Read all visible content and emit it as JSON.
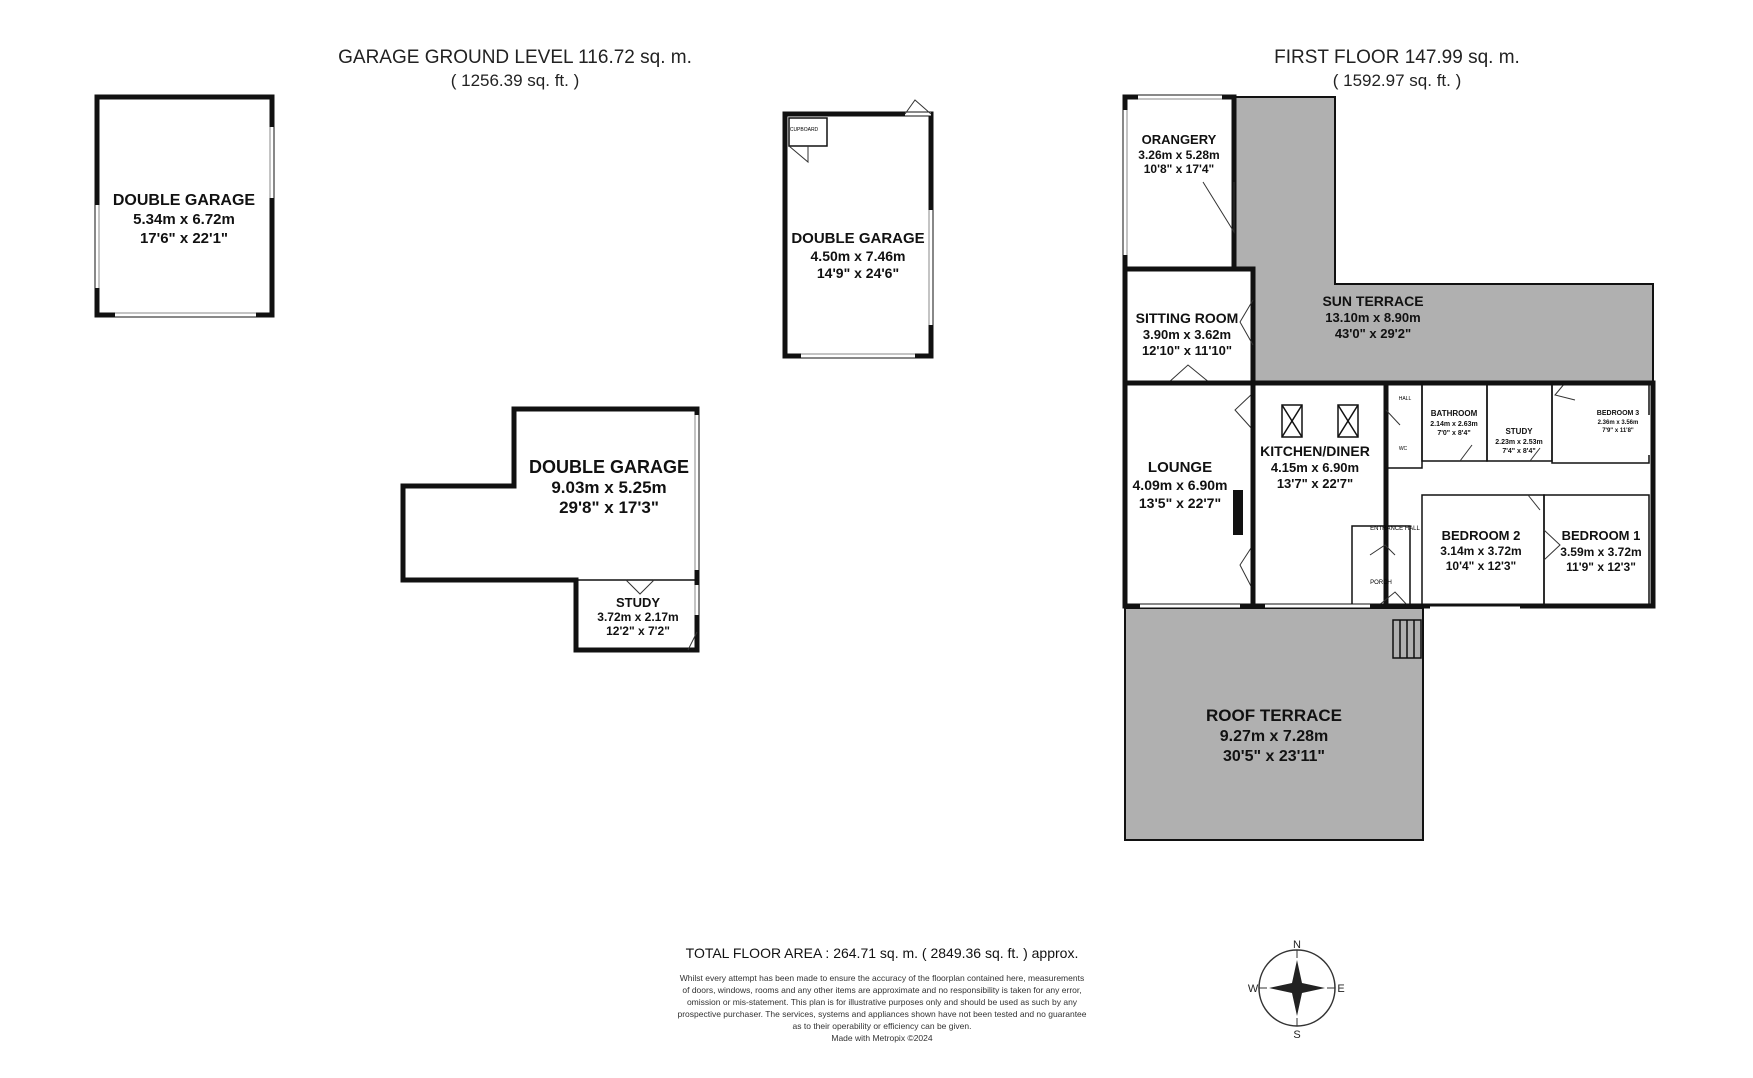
{
  "garage_level": {
    "title": "GARAGE GROUND LEVEL 116.72 sq. m.",
    "subtitle": "( 1256.39 sq. ft. )",
    "rooms": [
      {
        "name": "DOUBLE GARAGE",
        "metric": "5.34m x 6.72m",
        "imperial": "17'6\" x 22'1\""
      },
      {
        "name": "DOUBLE GARAGE",
        "metric": "4.50m x 7.46m",
        "imperial": "14'9\" x 24'6\""
      },
      {
        "name": "DOUBLE GARAGE",
        "metric": "9.03m x 5.25m",
        "imperial": "29'8\" x 17'3\""
      },
      {
        "name": "STUDY",
        "metric": "3.72m x 2.17m",
        "imperial": "12'2\" x 7'2\""
      }
    ],
    "cupboard": "CUPBOARD"
  },
  "first_floor": {
    "title": "FIRST FLOOR 147.99 sq. m.",
    "subtitle": "( 1592.97 sq. ft. )",
    "rooms": [
      {
        "name": "ORANGERY",
        "metric": "3.26m x 5.28m",
        "imperial": "10'8\" x 17'4\""
      },
      {
        "name": "SITTING ROOM",
        "metric": "3.90m x 3.62m",
        "imperial": "12'10\" x 11'10\""
      },
      {
        "name": "SUN TERRACE",
        "metric": "13.10m x 8.90m",
        "imperial": "43'0\" x 29'2\""
      },
      {
        "name": "LOUNGE",
        "metric": "4.09m x 6.90m",
        "imperial": "13'5\" x 22'7\""
      },
      {
        "name": "KITCHEN/DINER",
        "metric": "4.15m x 6.90m",
        "imperial": "13'7\" x 22'7\""
      },
      {
        "name": "BATHROOM",
        "metric": "2.14m x 2.63m",
        "imperial": "7'0\" x 8'4\""
      },
      {
        "name": "STUDY",
        "metric": "2.23m x 2.53m",
        "imperial": "7'4\" x 8'4\""
      },
      {
        "name": "BEDROOM 3",
        "metric": "2.36m x 3.56m",
        "imperial": "7'9\" x 11'8\""
      },
      {
        "name": "BEDROOM 2",
        "metric": "3.14m x 3.72m",
        "imperial": "10'4\" x 12'3\""
      },
      {
        "name": "BEDROOM 1",
        "metric": "3.59m x 3.72m",
        "imperial": "11'9\" x 12'3\""
      },
      {
        "name": "ROOF TERRACE",
        "metric": "9.27m x 7.28m",
        "imperial": "30'5\" x 23'11\""
      }
    ],
    "small_labels": {
      "wc": "WC",
      "hall": "HALL",
      "entrance_hall": "ENTRANCE HALL",
      "porch": "PORCH"
    }
  },
  "footer": {
    "total": "TOTAL FLOOR AREA : 264.71 sq. m. ( 2849.36 sq. ft. ) approx.",
    "disclaimer": [
      "Whilst every attempt has been made to ensure the accuracy of the floorplan contained here, measurements",
      "of doors, windows, rooms and any other items are approximate and no responsibility is taken for any error,",
      "omission or mis-statement. This plan is for illustrative purposes only and should be used as such by any",
      "prospective purchaser. The services, systems and appliances shown have not been tested and no guarantee",
      "as to their operability or efficiency can be given.",
      "Made with Metropix ©2024"
    ]
  },
  "compass": {
    "n": "N",
    "e": "E",
    "s": "S",
    "w": "W"
  }
}
